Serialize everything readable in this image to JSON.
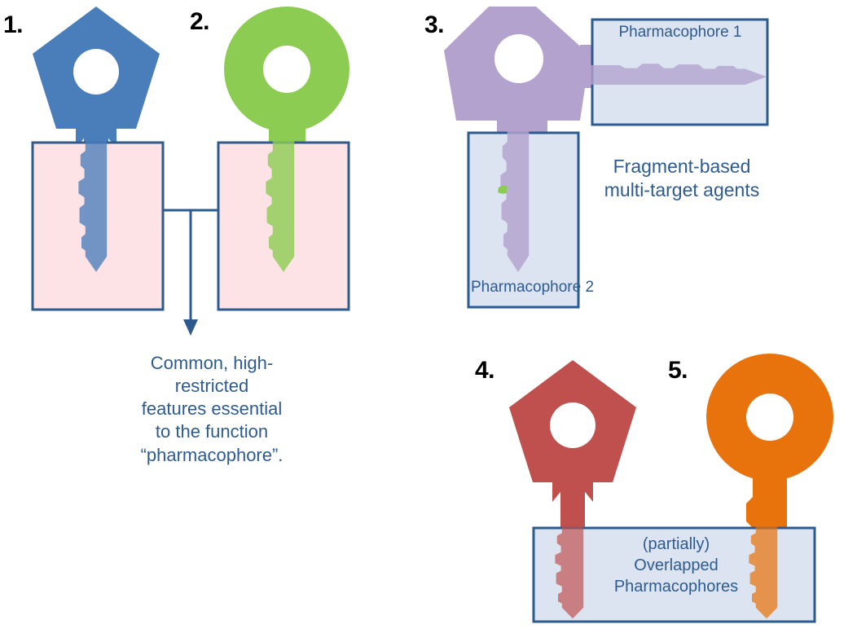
{
  "figure": {
    "title": "Pharmacophore and fragment-based multi-target agent schematic"
  },
  "colors": {
    "blue_key": "#4a7ebb",
    "green_key": "#8dcc52",
    "purple_key": "#b3a2ce",
    "red_key": "#c0504d",
    "orange_key": "#e8720c",
    "pink_box_fill": "#fde3e6",
    "lightblue_box_fill": "#dbe4f0",
    "box_border": "#2e5b8f",
    "text_blue": "#2e5b8f",
    "number_black": "#000000"
  },
  "items": [
    {
      "id": "item-1",
      "number": "1.",
      "key_head": "pentagon",
      "key_color": "#4a7ebb",
      "box_type": "pink"
    },
    {
      "id": "item-2",
      "number": "2.",
      "key_head": "circle",
      "key_color": "#8dcc52",
      "box_type": "pink"
    },
    {
      "id": "item-3",
      "number": "3.",
      "key_head": "pentagon-rounded",
      "key_color": "#b3a2ce",
      "box_type": "lightblue"
    },
    {
      "id": "item-4",
      "number": "4.",
      "key_head": "pentagon",
      "key_color": "#c0504d",
      "box_type": "lightblue"
    },
    {
      "id": "item-5",
      "number": "5.",
      "key_head": "circle",
      "key_color": "#e8720c",
      "box_type": "lightblue"
    }
  ],
  "captions": {
    "common_features": "Common, high-\nrestricted\nfeatures  essential\nto the function\n“pharmacophore”.",
    "fragment_based": "Fragment-based\nmulti-target agents"
  },
  "box_labels": {
    "pharmacophore_1": "Pharmacophore  1",
    "pharmacophore_2": "Pharmacophore  2",
    "overlapped": "(partially)\nOverlapped\nPharmacophores"
  }
}
